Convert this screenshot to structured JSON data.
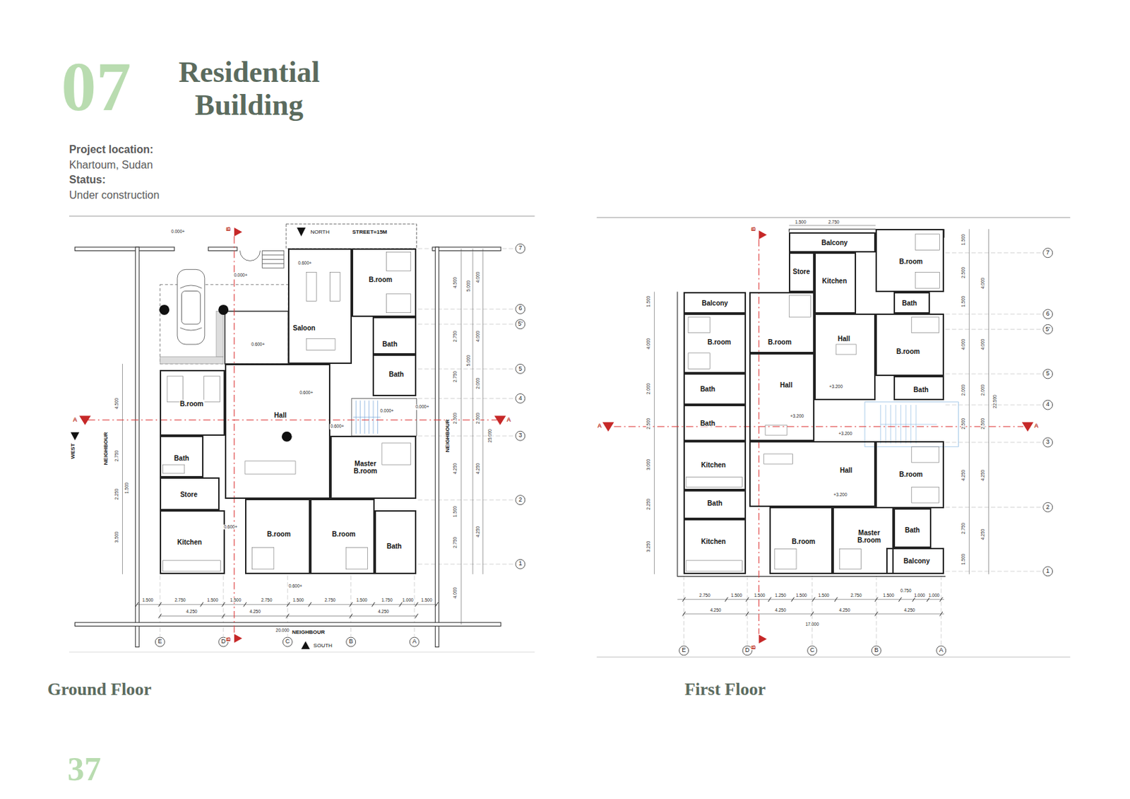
{
  "diagram": {
    "title": "Residential Building",
    "nodes": [
      {
        "text": [
          "Saloon"
        ]
      },
      {
        "text": [
          "B.room"
        ]
      },
      {
        "text": [
          "Bath"
        ]
      },
      {
        "text": [
          "Bath"
        ]
      },
      {
        "text": [
          "B.room"
        ]
      },
      {
        "text": [
          "Hall"
        ]
      },
      {
        "text": [
          "Bath"
        ]
      },
      {
        "text": [
          "Store"
        ]
      },
      {
        "text": [
          "Kitchen"
        ]
      },
      {
        "text": [
          "Master B.room"
        ]
      },
      {
        "text": [
          "B.room"
        ]
      },
      {
        "text": [
          "B.room"
        ]
      },
      {
        "text": [
          "Bath"
        ]
      },
      {
        "text": [
          "Balcony"
        ]
      },
      {
        "text": [
          "Store"
        ]
      },
      {
        "text": [
          "Kitchen"
        ]
      },
      {
        "text": [
          "B.room"
        ]
      },
      {
        "text": [
          "Bath"
        ]
      },
      {
        "text": [
          "Balcony"
        ]
      },
      {
        "text": [
          "B.room"
        ]
      },
      {
        "text": [
          "B.room"
        ]
      },
      {
        "text": [
          "Hall"
        ]
      },
      {
        "text": [
          "Hall"
        ]
      },
      {
        "text": [
          "B.room"
        ]
      },
      {
        "text": [
          "Bath"
        ]
      },
      {
        "text": [
          "Bath"
        ]
      },
      {
        "text": [
          "Bath"
        ]
      },
      {
        "text": [
          "Kitchen"
        ]
      },
      {
        "text": [
          "Hall"
        ]
      },
      {
        "text": [
          "B.room"
        ]
      },
      {
        "text": [
          "Bath"
        ]
      },
      {
        "text": [
          "Kitchen"
        ]
      },
      {
        "text": [
          "B.room"
        ]
      },
      {
        "text": [
          "Master B.room"
        ]
      },
      {
        "text": [
          "Bath"
        ]
      },
      {
        "text": [
          "Balcony"
        ]
      }
    ],
    "labels": [
      "07",
      "Project location:",
      "Khartoum, Sudan",
      "Status:",
      "Under construction",
      "Ground Floor",
      "First Floor",
      "37",
      "NORTH",
      "STREET=15M",
      "0.000+",
      "0.000+",
      "0.600+",
      "0.600+",
      "0.600+",
      "0.600+",
      "0.000+",
      "0.000+",
      "0.600+",
      "0.600+",
      "NEIGHBOUR",
      "NEIGHBOUR",
      "NEIGHBOUR",
      "WEST",
      "SOUTH",
      "A",
      "A",
      "B",
      "B",
      "7",
      "6",
      "5'",
      "5",
      "4",
      "3",
      "2",
      "1",
      "E",
      "D",
      "C",
      "B",
      "A",
      "1.500",
      "2.750",
      "1.500",
      "1.500",
      "2.750",
      "1.500",
      "2.750",
      "1.500",
      "1.750",
      "1.000",
      "1.500",
      "4.250",
      "4.250",
      "4.250",
      "20.000",
      "4.500",
      "2.750",
      "2.750",
      "2.500",
      "4.250",
      "1.500",
      "2.750",
      "4.000",
      "5.000",
      "5.000",
      "25.000",
      "4.000",
      "4.000",
      "2.000",
      "2.500",
      "4.250",
      "4.250",
      "4.500",
      "2.750",
      "2.250",
      "3.500",
      "1.500",
      "1.500",
      "2.750",
      "1.500",
      "4.000",
      "2.000",
      "2.500",
      "3.000",
      "2.250",
      "3.250",
      "1.500",
      "2.500",
      "1.500",
      "4.000",
      "2.000",
      "2.500",
      "4.250",
      "2.750",
      "1.500",
      "4.000",
      "4.000",
      "2.000",
      "2.500",
      "4.250",
      "4.250",
      "22.500",
      "2.750",
      "1.500",
      "1.500",
      "1.250",
      "1.500",
      "1.500",
      "2.750",
      "1.500",
      "0.750",
      "1.000",
      "1.000",
      "4.250",
      "4.250",
      "4.250",
      "4.250",
      "17.000",
      "+3.200",
      "+3.200",
      "+3.200",
      "+3.200",
      "7",
      "6",
      "5'",
      "5",
      "4",
      "3",
      "2",
      "1",
      "E",
      "D",
      "C",
      "B",
      "A",
      "A",
      "A",
      "B",
      "B"
    ]
  }
}
